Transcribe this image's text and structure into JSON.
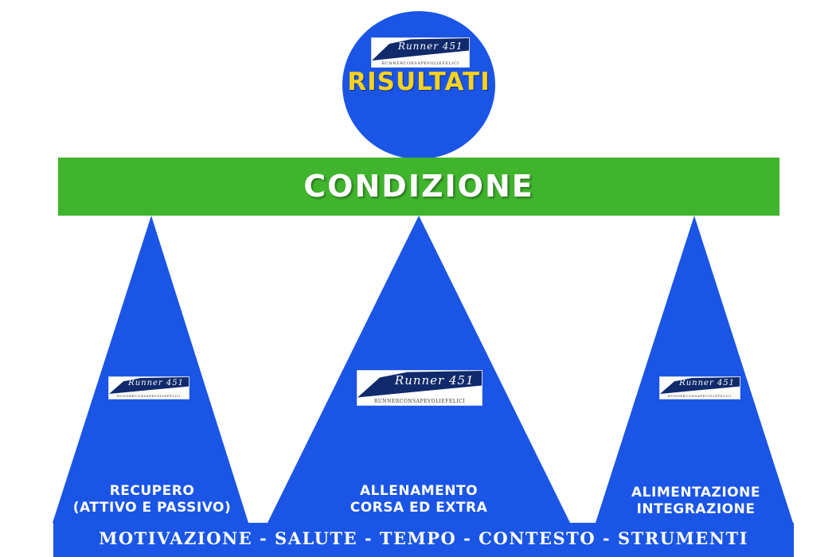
{
  "colors": {
    "blue": "#1a55e6",
    "green": "#3fb42c",
    "gold": "#f7d21e",
    "navy": "#102a6b",
    "white": "#ffffff"
  },
  "top_circle": {
    "title": "RISULTATI",
    "logo": {
      "name": "Runner 451",
      "tagline": "RUNNERCONSAPEVOLIEFELICI"
    }
  },
  "bar": {
    "label": "CONDIZIONE"
  },
  "pillars": [
    {
      "logo": {
        "name": "Runner 451",
        "tagline": "RUNNERCONSAPEVOLIEFELICI"
      },
      "line1": "RECUPERO",
      "line2": "(ATTIVO E PASSIVO)"
    },
    {
      "logo": {
        "name": "Runner 451",
        "tagline": "RUNNERCONSAPEVOLIEFELICI"
      },
      "line1": "ALLENAMENTO",
      "line2": "CORSA ED EXTRA"
    },
    {
      "logo": {
        "name": "Runner 451",
        "tagline": "RUNNERCONSAPEVOLIEFELICI"
      },
      "line1": "ALIMENTAZIONE",
      "line2": "INTEGRAZIONE"
    }
  ],
  "base": {
    "label": "MOTIVAZIONE - SALUTE - TEMPO - CONTESTO - STRUMENTI"
  }
}
